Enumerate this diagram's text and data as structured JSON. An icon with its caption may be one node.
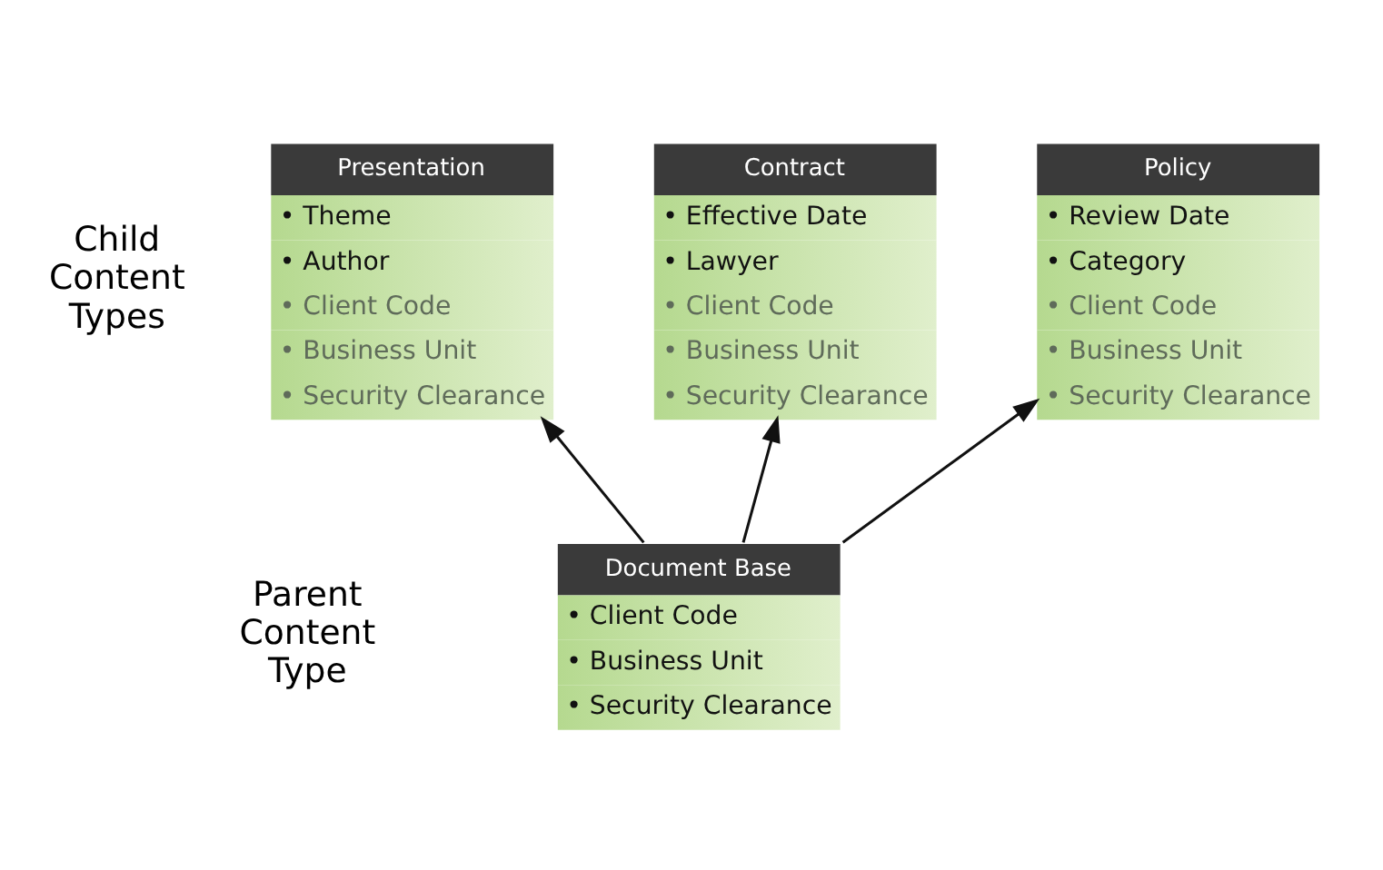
{
  "diagram": {
    "nodes": [
      {
        "text": [
          "Contract",
          "• Effective Date",
          "• Lawyer",
          "• Client Code",
          "• Business Unit",
          "• Security Clearance"
        ]
      },
      {
        "text": [
          "Policy",
          "• Review Date",
          "• Category",
          "• Client Code",
          "• Business Unit",
          "• Security Clearance"
        ]
      },
      {
        "text": [
          "Presentation",
          "• Theme",
          "• Author",
          "• Client Code",
          "• Business Unit",
          "• Security Clearance"
        ]
      },
      {
        "text": [
          "Document Base",
          "• Client Code",
          "• Business Unit",
          "• Security Clearance"
        ]
      }
    ],
    "edges": [
      {
        "from": 3,
        "to": 0,
        "arrow": "to"
      },
      {
        "from": 3,
        "to": 1,
        "arrow": "to"
      },
      {
        "from": 3,
        "to": 2,
        "arrow": "to"
      }
    ],
    "labels": [
      "Child Content Types",
      "Parent Content Type"
    ]
  }
}
